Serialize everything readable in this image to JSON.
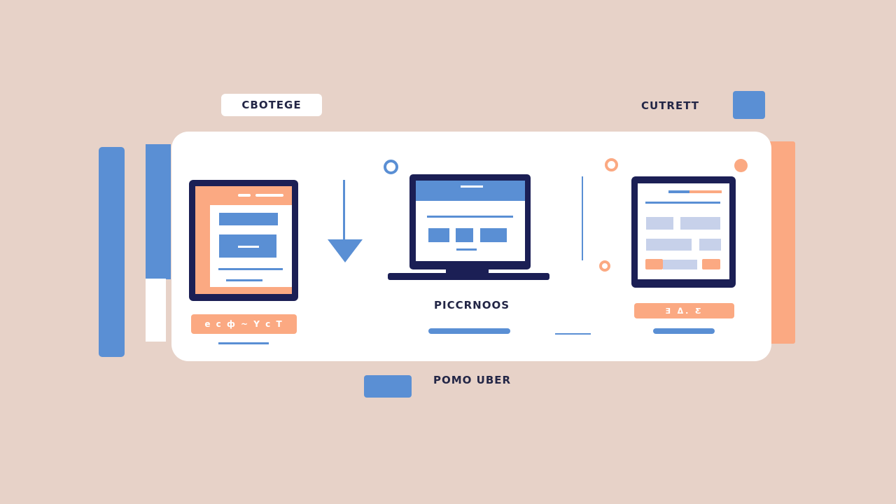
{
  "top_label": "CBOTEGE",
  "top_right_label": "CUTRETT",
  "center_caption": "PICCRNOOS",
  "left_button_label": "e c ф ~ Y c T",
  "right_button_label": "Ǝ ᐃ. Ƹ",
  "bottom_label": "POMO UBER",
  "colors": {
    "background": "#e7d2c8",
    "blue": "#5a8fd4",
    "orange": "#fba982",
    "navy": "#1b1f55"
  }
}
